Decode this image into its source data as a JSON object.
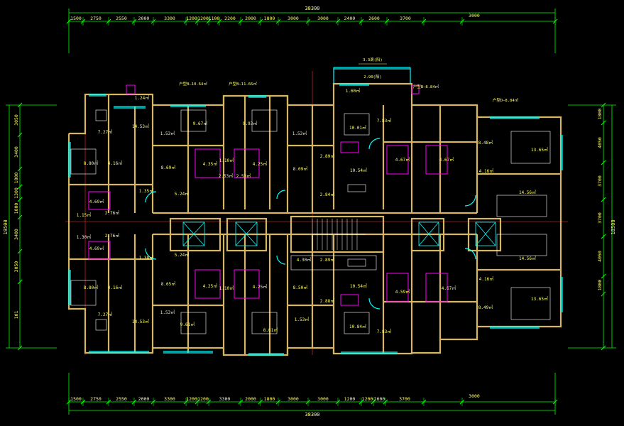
{
  "drawing": {
    "background": "#000000",
    "colors": {
      "dimension": "#00ff00",
      "text": "#ffff66",
      "wall": "#d6b660",
      "window": "#00ffff",
      "fixture": "#ff00ff",
      "furniture": "#ffffff",
      "axis": "#ff3030"
    }
  },
  "dimensions": {
    "top": {
      "total": "38300",
      "right_group": "3000",
      "segments": [
        "1500",
        "2750",
        "2550",
        "2000",
        "3300",
        "1200",
        "1200",
        "1100",
        "2200",
        "2000",
        "1800",
        "3000",
        "3000",
        "2400",
        "2600",
        "3700"
      ]
    },
    "bottom": {
      "total": "38300",
      "right_group": "3000",
      "segments": [
        "1500",
        "2750",
        "2550",
        "2000",
        "3300",
        "1200",
        "1200",
        "3300",
        "2000",
        "1800",
        "3000",
        "3000",
        "1200",
        "1200",
        "2600",
        "3700"
      ]
    },
    "left": {
      "total": "19500",
      "segments": [
        "3050",
        "3400",
        "1800",
        "1300",
        "1800",
        "3400",
        "3050",
        "101"
      ]
    },
    "right": {
      "total": "18500",
      "segments": [
        "1800",
        "4050",
        "3700",
        "3700",
        "4050",
        "1800"
      ]
    }
  },
  "balcony_labels": [
    "3.3滴(阳)",
    "2.90(阳)"
  ],
  "section_notes": [
    "户型B—10.64㎡",
    "户型B—11.66㎡",
    "户型B—8.84㎡",
    "户型D—8.84㎡"
  ],
  "room_areas": [
    "1.24㎡",
    "7.27㎡",
    "14.53㎡",
    "1.53㎡",
    "9.67㎡",
    "9.93㎡",
    "1.53㎡",
    "1.60㎡",
    "10.01㎡",
    "7.83㎡",
    "8.48㎡",
    "13.65㎡",
    "8.80㎡",
    "4.16㎡",
    "8.69㎡",
    "1.10㎡",
    "4.35㎡",
    "4.25㎡",
    "8.09㎡",
    "2.89㎡",
    "10.54㎡",
    "4.67㎡",
    "2.53㎡",
    "2.53㎡",
    "4.16㎡",
    "4.67㎡",
    "4.69㎡",
    "2.76㎡",
    "1.35㎡",
    "5.24㎡",
    "2.84㎡",
    "14.56㎡",
    "1.15㎡",
    "2.76㎡",
    "1.30㎡",
    "4.69㎡",
    "1.38㎡",
    "5.24㎡",
    "4.30㎡",
    "2.89㎡",
    "14.56㎡",
    "8.80㎡",
    "4.16㎡",
    "8.65㎡",
    "4.25㎡",
    "1.10㎡",
    "4.25㎡",
    "8.50㎡",
    "10.54㎡",
    "4.59㎡",
    "4.67㎡",
    "4.16㎡",
    "7.27㎡",
    "14.53㎡",
    "1.53㎡",
    "9.61㎡",
    "8.61㎡",
    "1.53㎡",
    "2.88㎡",
    "10.84㎡",
    "7.83㎡",
    "8.49㎡",
    "13.65㎡"
  ]
}
